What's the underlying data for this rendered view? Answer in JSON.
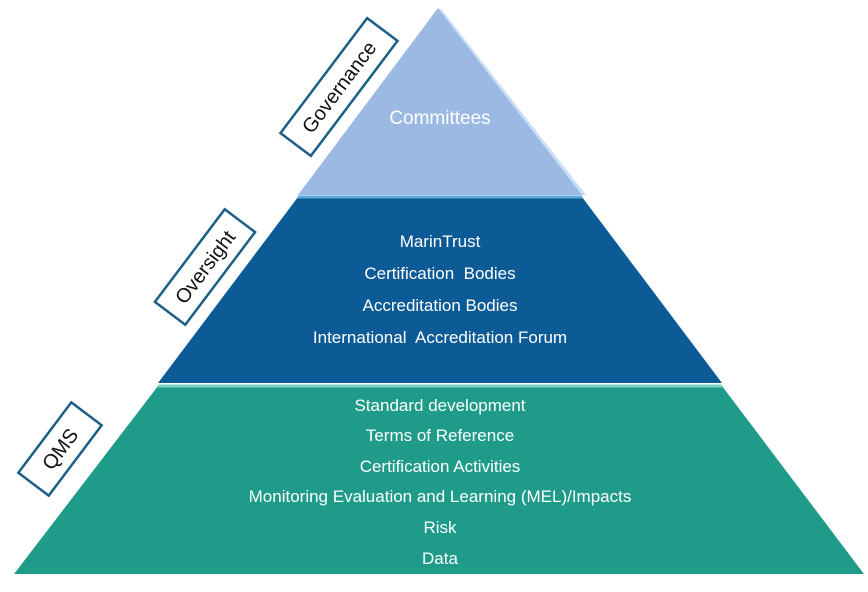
{
  "pyramid": {
    "governance": {
      "tag": "Governance",
      "items": [
        "Committees"
      ],
      "color": "#9bb9e3"
    },
    "oversight": {
      "tag": "Oversight",
      "items": [
        "MarinTrust",
        "Certification  Bodies",
        "Accreditation Bodies",
        "International  Accreditation Forum"
      ],
      "color": "#0c5b96"
    },
    "qms": {
      "tag": "QMS",
      "items": [
        "Standard development",
        "Terms of Reference",
        "Certification Activities",
        "Monitoring Evaluation and Learning (MEL)/Impacts",
        "Risk",
        "Data"
      ],
      "color": "#1f9b8a"
    },
    "tag_border_color": "#1b5f86"
  }
}
